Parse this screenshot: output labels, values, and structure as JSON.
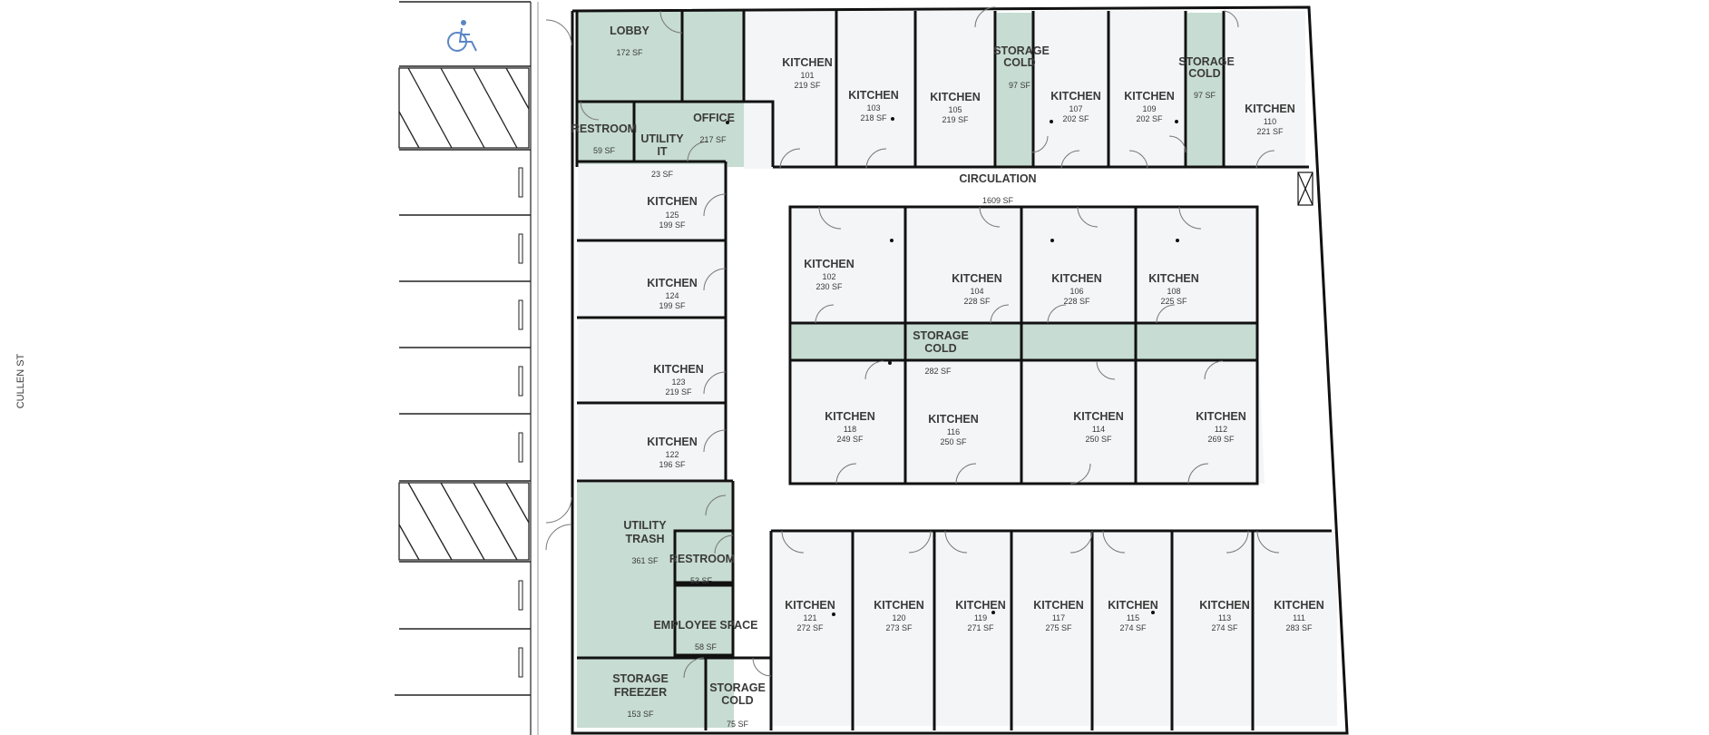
{
  "street_label": "CULLEN ST",
  "rooms": [
    {
      "id": "lobby",
      "name": "LOBBY",
      "area": "172 SF",
      "fill": "green"
    },
    {
      "id": "office",
      "name": "OFFICE",
      "area": "217 SF",
      "fill": "green"
    },
    {
      "id": "restroom-top",
      "name": "RESTROOM",
      "area": "59 SF",
      "fill": "green"
    },
    {
      "id": "utility-it",
      "name": "UTILITY IT",
      "name_lines": [
        "UTILITY",
        "IT"
      ],
      "area": "23 SF",
      "fill": "green"
    },
    {
      "id": "k101",
      "name": "KITCHEN",
      "number": "101",
      "area": "219 SF",
      "fill": "white"
    },
    {
      "id": "k103",
      "name": "KITCHEN",
      "number": "103",
      "area": "218 SF",
      "fill": "white"
    },
    {
      "id": "k105",
      "name": "KITCHEN",
      "number": "105",
      "area": "219 SF",
      "fill": "white"
    },
    {
      "id": "storage-cold-1",
      "name": "STORAGE COLD",
      "name_lines": [
        "STORAGE",
        "COLD"
      ],
      "area": "97 SF",
      "fill": "green"
    },
    {
      "id": "k107",
      "name": "KITCHEN",
      "number": "107",
      "area": "202 SF",
      "fill": "white"
    },
    {
      "id": "k109",
      "name": "KITCHEN",
      "number": "109",
      "area": "202 SF",
      "fill": "white"
    },
    {
      "id": "storage-cold-2",
      "name": "STORAGE COLD",
      "name_lines": [
        "STORAGE",
        "COLD"
      ],
      "area": "97 SF",
      "fill": "green"
    },
    {
      "id": "k110",
      "name": "KITCHEN",
      "number": "110",
      "area": "221 SF",
      "fill": "white"
    },
    {
      "id": "circulation",
      "name": "CIRCULATION",
      "area": "1609 SF",
      "fill": "none"
    },
    {
      "id": "k125",
      "name": "KITCHEN",
      "number": "125",
      "area": "199 SF",
      "fill": "white"
    },
    {
      "id": "k124",
      "name": "KITCHEN",
      "number": "124",
      "area": "199 SF",
      "fill": "white"
    },
    {
      "id": "k123",
      "name": "KITCHEN",
      "number": "123",
      "area": "219 SF",
      "fill": "white"
    },
    {
      "id": "k122",
      "name": "KITCHEN",
      "number": "122",
      "area": "196 SF",
      "fill": "white"
    },
    {
      "id": "k102",
      "name": "KITCHEN",
      "number": "102",
      "area": "230 SF",
      "fill": "white"
    },
    {
      "id": "k104",
      "name": "KITCHEN",
      "number": "104",
      "area": "228 SF",
      "fill": "white"
    },
    {
      "id": "k106",
      "name": "KITCHEN",
      "number": "106",
      "area": "228 SF",
      "fill": "white"
    },
    {
      "id": "k108",
      "name": "KITCHEN",
      "number": "108",
      "area": "225 SF",
      "fill": "white"
    },
    {
      "id": "storage-cold-center",
      "name": "STORAGE COLD",
      "name_lines": [
        "STORAGE",
        "COLD"
      ],
      "area": "282 SF",
      "fill": "green"
    },
    {
      "id": "k118",
      "name": "KITCHEN",
      "number": "118",
      "area": "249 SF",
      "fill": "white"
    },
    {
      "id": "k116",
      "name": "KITCHEN",
      "number": "116",
      "area": "250 SF",
      "fill": "white"
    },
    {
      "id": "k114",
      "name": "KITCHEN",
      "number": "114",
      "area": "250 SF",
      "fill": "white"
    },
    {
      "id": "k112",
      "name": "KITCHEN",
      "number": "112",
      "area": "269 SF",
      "fill": "white"
    },
    {
      "id": "utility-trash",
      "name": "UTILITY TRASH",
      "name_lines": [
        "UTILITY",
        "TRASH"
      ],
      "area": "361 SF",
      "fill": "green"
    },
    {
      "id": "restroom-bottom",
      "name": "RESTROOM",
      "area": "53 SF",
      "fill": "green"
    },
    {
      "id": "employee-space",
      "name": "EMPLOYEE SPACE",
      "area": "58 SF",
      "fill": "green"
    },
    {
      "id": "storage-freezer",
      "name": "STORAGE FREEZER",
      "name_lines": [
        "STORAGE",
        "FREEZER"
      ],
      "area": "153 SF",
      "fill": "green"
    },
    {
      "id": "storage-cold-3",
      "name": "STORAGE COLD",
      "name_lines": [
        "STORAGE",
        "COLD"
      ],
      "area": "75 SF",
      "fill": "green"
    },
    {
      "id": "k121",
      "name": "KITCHEN",
      "number": "121",
      "area": "272 SF",
      "fill": "white"
    },
    {
      "id": "k120",
      "name": "KITCHEN",
      "number": "120",
      "area": "273 SF",
      "fill": "white"
    },
    {
      "id": "k119",
      "name": "KITCHEN",
      "number": "119",
      "area": "271 SF",
      "fill": "white"
    },
    {
      "id": "k117",
      "name": "KITCHEN",
      "number": "117",
      "area": "275 SF",
      "fill": "white"
    },
    {
      "id": "k115",
      "name": "KITCHEN",
      "number": "115",
      "area": "274 SF",
      "fill": "white"
    },
    {
      "id": "k113",
      "name": "KITCHEN",
      "number": "113",
      "area": "274 SF",
      "fill": "white"
    },
    {
      "id": "k111",
      "name": "KITCHEN",
      "number": "111",
      "area": "283 SF",
      "fill": "white"
    }
  ],
  "colors": {
    "green_room": "#c7dcd2",
    "white_room": "#f4f5f6",
    "wall": "#111111",
    "text": "#3a3a3a",
    "accessible_icon": "#5a86c4"
  }
}
